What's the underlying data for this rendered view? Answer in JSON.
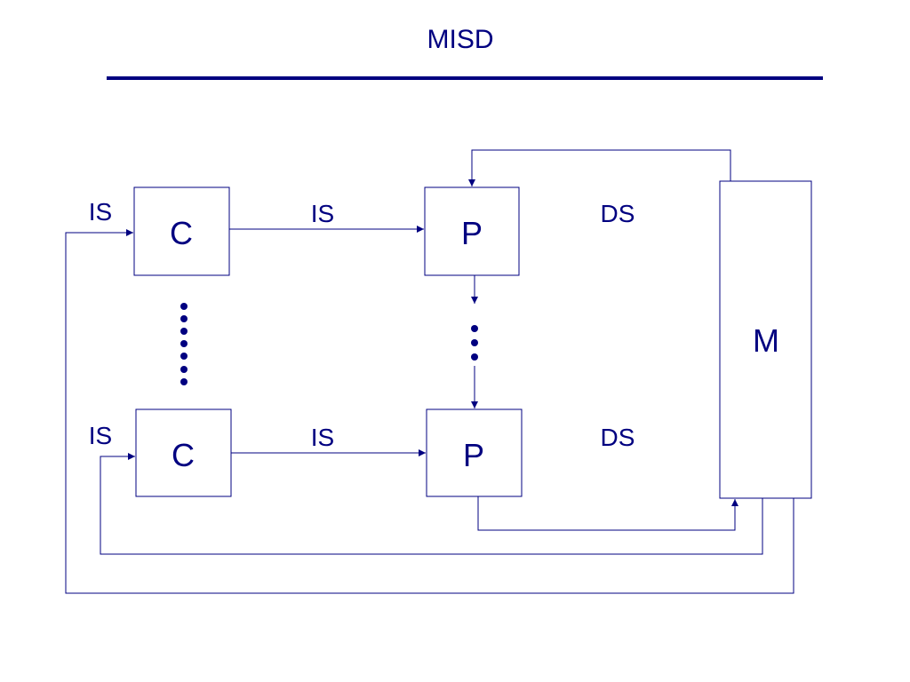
{
  "title": "MISD",
  "boxes": {
    "c_top": "C",
    "c_bottom": "C",
    "p_top": "P",
    "p_bottom": "P",
    "memory": "M"
  },
  "labels": {
    "is_in_top": "IS",
    "is_cp_top": "IS",
    "ds_top": "DS",
    "is_in_bottom": "IS",
    "is_cp_bottom": "IS",
    "ds_bottom": "DS"
  },
  "colors": {
    "ink": "#000080",
    "background": "#ffffff"
  }
}
